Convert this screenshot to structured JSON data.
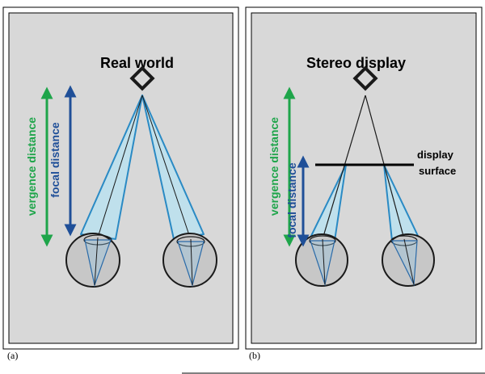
{
  "panel_a": {
    "title": "Real world",
    "vergence_label": "vergence distance",
    "focal_label": "focal distance",
    "caption": "(a)"
  },
  "panel_b": {
    "title": "Stereo display",
    "vergence_label": "vergence distance",
    "focal_label": "focal distance",
    "surface_label_line1": "display",
    "surface_label_line2": "surface",
    "caption": "(b)"
  },
  "colors": {
    "panel_bg": "#d8d8d8",
    "cone_fill": "#bfe0ec",
    "cone_stroke": "#2a8ac4",
    "eye_fill": "#c7c7c7",
    "vergence": "#1ea54a",
    "focal": "#1f4f98",
    "dark": "#1a1a1a"
  }
}
